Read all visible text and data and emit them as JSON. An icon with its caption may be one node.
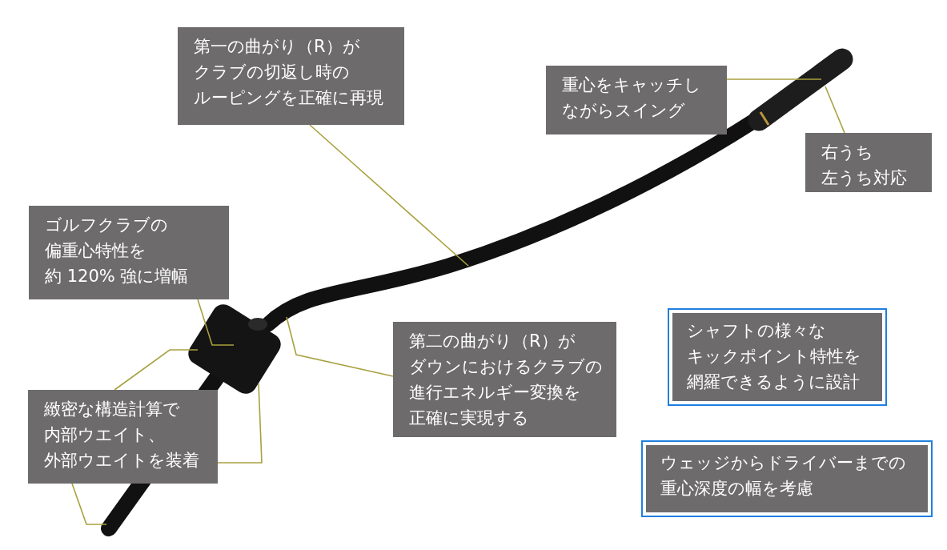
{
  "diagram": {
    "nodes": [
      {
        "text": [
          "第一の曲がり（R）がクラブの切返し時のルーピングを正確に再現"
        ]
      },
      {
        "text": [
          "重心をキャッチしながらスイング"
        ]
      },
      {
        "text": [
          "右うち左うち対応"
        ]
      },
      {
        "text": [
          "ゴルフクラブの偏重心特性を約 120% 強に増幅"
        ]
      },
      {
        "text": [
          "第二の曲がり（R）がダウンにおけるクラブの進行エネルギー変換を正確に実現する"
        ]
      },
      {
        "text": [
          "シャフトの様々なキックポイント特性を網羅できるように設計"
        ]
      },
      {
        "text": [
          "緻密な構造計算で内部ウエイト、外部ウエイトを装着"
        ]
      },
      {
        "text": [
          "ウェッジからドライバーまでの重心深度の幅を考慮"
        ]
      }
    ],
    "edges": [
      {
        "from": 0,
        "to": null,
        "arrow": "none"
      },
      {
        "from": 1,
        "to": null,
        "arrow": "none"
      },
      {
        "from": 2,
        "to": null,
        "arrow": "none"
      },
      {
        "from": 3,
        "to": null,
        "arrow": "none"
      },
      {
        "from": 4,
        "to": null,
        "arrow": "none"
      },
      {
        "from": 6,
        "to": null,
        "arrow": "none"
      },
      {
        "from": 6,
        "to": null,
        "arrow": "none"
      },
      {
        "from": 6,
        "to": null,
        "arrow": "none"
      }
    ]
  }
}
